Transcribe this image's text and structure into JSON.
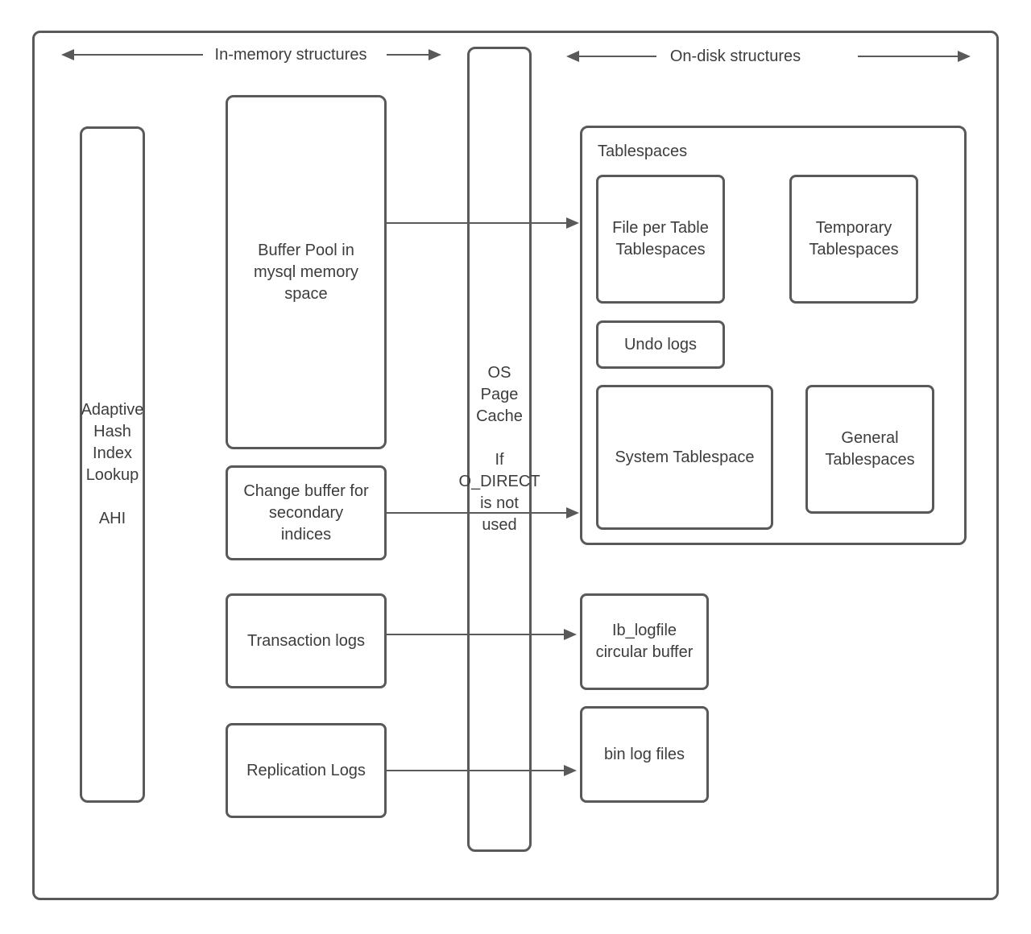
{
  "regions": {
    "in_memory": {
      "label": "In-memory structures"
    },
    "on_disk": {
      "label": "On-disk structures"
    }
  },
  "nodes": {
    "ahi": {
      "label": "Adaptive\nHash\nIndex\nLookup",
      "acronym": "AHI"
    },
    "buffer_pool": {
      "label": "Buffer Pool in\nmysql memory\nspace"
    },
    "os_page_cache": {
      "label": "OS\nPage\nCache",
      "note": "If\nO_DIRECT\nis not\nused"
    },
    "change_buffer": {
      "label": "Change buffer for\nsecondary\nindices"
    },
    "transaction_logs": {
      "label": "Transaction logs"
    },
    "replication_logs": {
      "label": "Replication Logs"
    },
    "tablespaces": {
      "label": "Tablespaces"
    },
    "file_per_table": {
      "label": "File per Table\nTablespaces"
    },
    "temporary_tablespaces": {
      "label": "Temporary\nTablespaces"
    },
    "undo_logs": {
      "label": "Undo logs"
    },
    "system_tablespace": {
      "label": "System Tablespace"
    },
    "general_tablespaces": {
      "label": "General\nTablespaces"
    },
    "ib_logfile": {
      "label": "Ib_logfile\ncircular buffer"
    },
    "bin_log_files": {
      "label": "bin log files"
    }
  },
  "colors": {
    "stroke": "#595959",
    "text": "#3d3d3d",
    "background": "#ffffff"
  }
}
